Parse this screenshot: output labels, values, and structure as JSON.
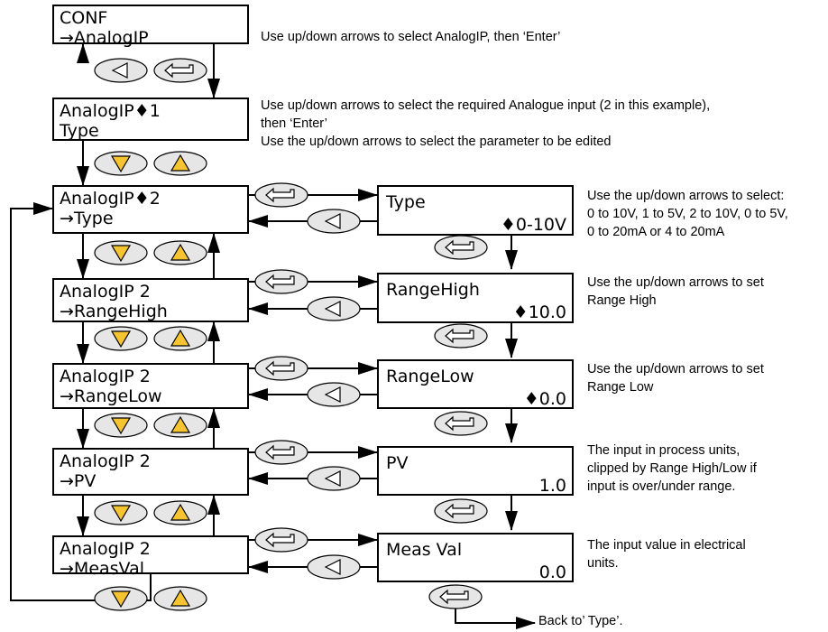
{
  "menu_screens": [
    {
      "line1": "CONF",
      "line2": "→AnalogIP"
    },
    {
      "line1": "AnalogIP♦1",
      "line2": " Type"
    },
    {
      "line1": "AnalogIP♦2",
      "line2": "→Type"
    },
    {
      "line1": "AnalogIP  2",
      "line2": "→RangeHigh"
    },
    {
      "line1": "AnalogIP  2",
      "line2": "→RangeLow"
    },
    {
      "line1": "AnalogIP  2",
      "line2": "→PV"
    },
    {
      "line1": "AnalogIP  2",
      "line2": "→MeasVal"
    }
  ],
  "param_screens": [
    {
      "title": "Type",
      "value": "♦0-10V"
    },
    {
      "title": "RangeHigh",
      "value": "♦10.0"
    },
    {
      "title": "RangeLow",
      "value": "♦0.0"
    },
    {
      "title": "PV",
      "value": "1.0"
    },
    {
      "title": "Meas Val",
      "value": "0.0"
    }
  ],
  "notes": {
    "conf": [
      "Use up/down arrows to select AnalogIP, then ‘Enter’"
    ],
    "select_input": [
      "Use up/down arrows to select the required Analogue input (2 in this example),",
      "then ‘Enter’",
      "Use the up/down arrows to select the parameter to be edited"
    ],
    "type": [
      "Use the up/down arrows to select:",
      "0 to 10V, 1 to 5V, 2 to 10V, 0 to 5V,",
      "0 to 20mA or 4 to 20mA"
    ],
    "range_high": [
      "Use the up/down arrows to set",
      "Range High"
    ],
    "range_low": [
      "Use the up/down arrows to set",
      "Range Low"
    ],
    "pv": [
      "The input in process units,",
      "clipped by Range High/Low if",
      "input is over/under range."
    ],
    "meas_val": [
      "The input value in electrical",
      "units."
    ]
  },
  "back_label": "Back to’ Type’.",
  "colors": {
    "button_fill": "#e6e6e6",
    "triangle_fill": "#f6c431",
    "line": "#000000"
  },
  "icons": {
    "enter": "enter-key-icon",
    "back": "back-key-icon",
    "down": "down-key-icon",
    "up": "up-key-icon"
  }
}
